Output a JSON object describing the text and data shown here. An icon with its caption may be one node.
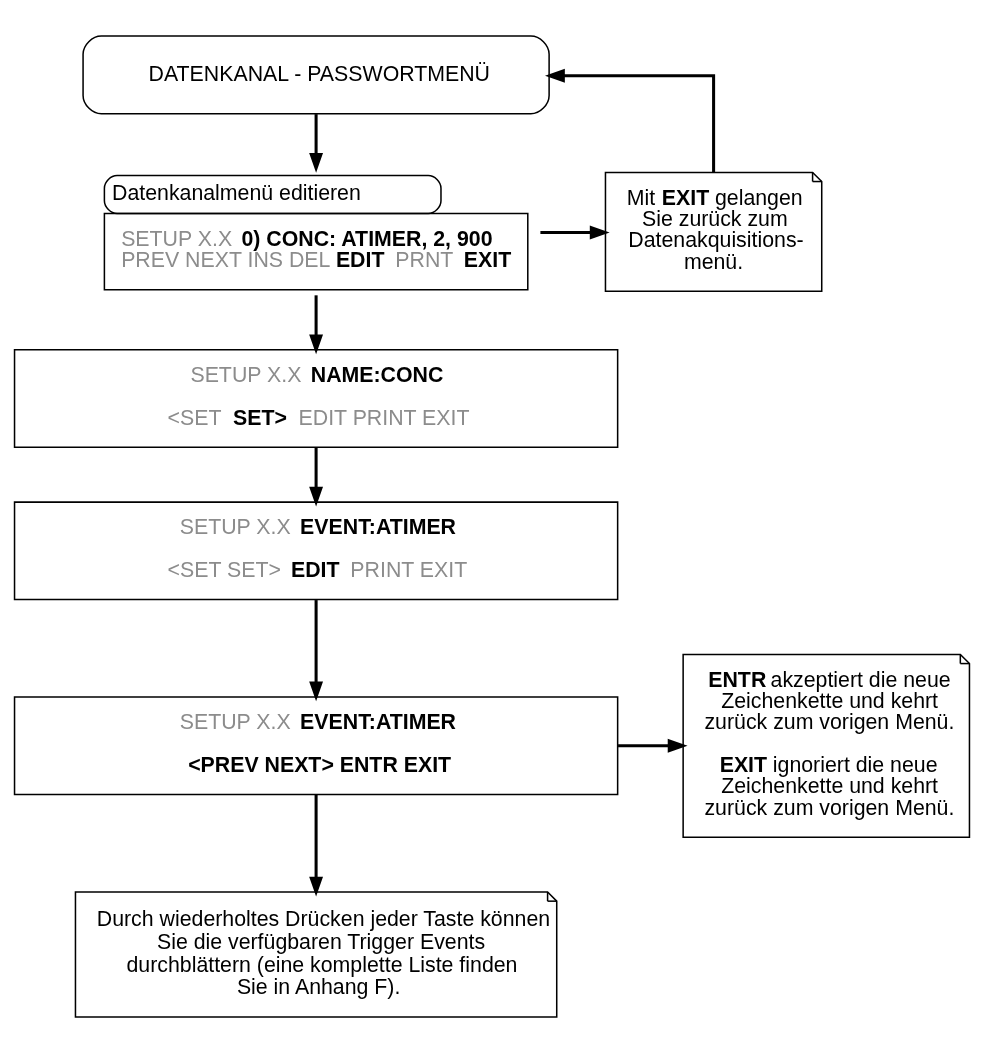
{
  "diagram": {
    "nodes": [
      {
        "text": [
          "DATENKANAL - PASSWORTMENÜ"
        ]
      },
      {
        "text": [
          "Datenkanalmenü editieren",
          "SETUP X.X **0) CONC: ATIMER, 2, 900**",
          "PREV NEXT INS DEL **EDIT** PRNT **EXIT**"
        ]
      },
      {
        "text": [
          "Mit **EXIT** gelangen Sie zurück zum Datenakquisitions- menü."
        ]
      },
      {
        "text": [
          "SETUP X.X **NAME:CONC**",
          "<SET **SET>** EDIT PRINT EXIT"
        ]
      },
      {
        "text": [
          "SETUP X.X **EVENT:ATIMER**",
          "<SET SET> **EDIT** PRINT EXIT"
        ]
      },
      {
        "text": [
          "SETUP X.X **EVENT:ATIMER**",
          "**<PREV NEXT> ENTR EXIT**"
        ]
      },
      {
        "text": [
          "**ENTR** akzeptiert die neue Zeichenkette und kehrt zurück zum vorigen Menü.",
          "**EXIT** ignoriert die neue Zeichenkette und kehrt zurück zum vorigen Menü."
        ]
      },
      {
        "text": [
          "Durch wiederholtes Drücken jeder Taste können Sie die verfügbaren Trigger Events durchblättern (eine komplette Liste finden Sie in Anhang F)."
        ]
      }
    ],
    "edges": [
      {
        "from": 0,
        "to": 1,
        "arrow": "to"
      },
      {
        "from": 1,
        "to": 2,
        "arrow": "to"
      },
      {
        "from": 2,
        "to": 0,
        "arrow": "to"
      },
      {
        "from": 1,
        "to": 3,
        "arrow": "to"
      },
      {
        "from": 3,
        "to": 4,
        "arrow": "to"
      },
      {
        "from": 4,
        "to": 5,
        "arrow": "to"
      },
      {
        "from": 5,
        "to": 6,
        "arrow": "to"
      },
      {
        "from": 5,
        "to": 7,
        "arrow": "to"
      }
    ]
  }
}
